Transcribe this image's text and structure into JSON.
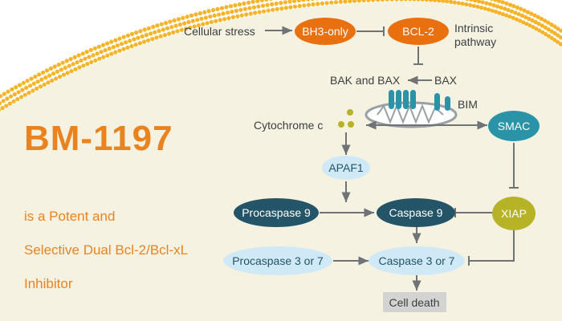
{
  "title": "BM-1197",
  "tagline": [
    "is a Potent and",
    "Selective Dual Bcl-2/Bcl-xL",
    "Inhibitor"
  ],
  "colors": {
    "background": "#f5f2e1",
    "membrane_bead": "#f6b42a",
    "orange": "#e8700f",
    "navy": "#245468",
    "teal": "#2a93a8",
    "light_blue": "#cfe9f6",
    "olive": "#b7b327",
    "grey": "#9aa1a3",
    "arrow": "#6f7376",
    "title_orange": "#e8831f"
  },
  "nodes": {
    "cellular_stress": "Cellular stress",
    "bh3_only": "BH3-only",
    "bcl2": "BCL-2",
    "intrinsic_line1": "Intrinsic",
    "intrinsic_line2": "pathway",
    "bak_bax": "BAK and BAX",
    "bax": "BAX",
    "bim": "BIM",
    "cytochrome_c": "Cytochrome c",
    "smac": "SMAC",
    "apaf1": "APAF1",
    "procaspase9": "Procaspase 9",
    "caspase9": "Caspase 9",
    "xiap": "XIAP",
    "procaspase37": "Procaspase 3 or 7",
    "caspase37": "Caspase 3 or 7",
    "cell_death": "Cell death"
  }
}
